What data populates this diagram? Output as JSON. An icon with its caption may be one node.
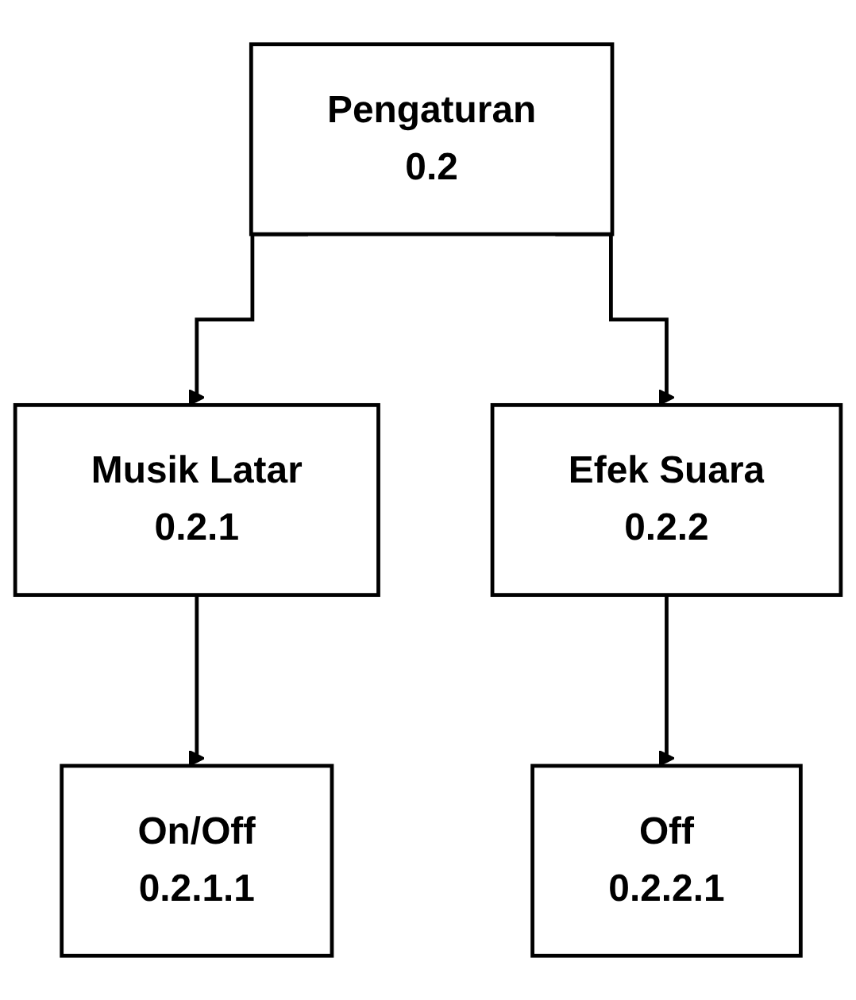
{
  "diagram": {
    "nodes": [
      {
        "text": [
          "Pengaturan",
          "0.2"
        ]
      },
      {
        "text": [
          "Musik Latar",
          "0.2.1"
        ]
      },
      {
        "text": [
          "Efek Suara",
          "0.2.2"
        ]
      },
      {
        "text": [
          "On/Off",
          "0.2.1.1"
        ]
      },
      {
        "text": [
          "Off",
          "0.2.2.1"
        ]
      }
    ],
    "edges": [
      {
        "from": 0,
        "to": 1,
        "arrow": "to"
      },
      {
        "from": 0,
        "to": 2,
        "arrow": "to"
      },
      {
        "from": 1,
        "to": 3,
        "arrow": "to"
      },
      {
        "from": 2,
        "to": 4,
        "arrow": "to"
      }
    ]
  }
}
